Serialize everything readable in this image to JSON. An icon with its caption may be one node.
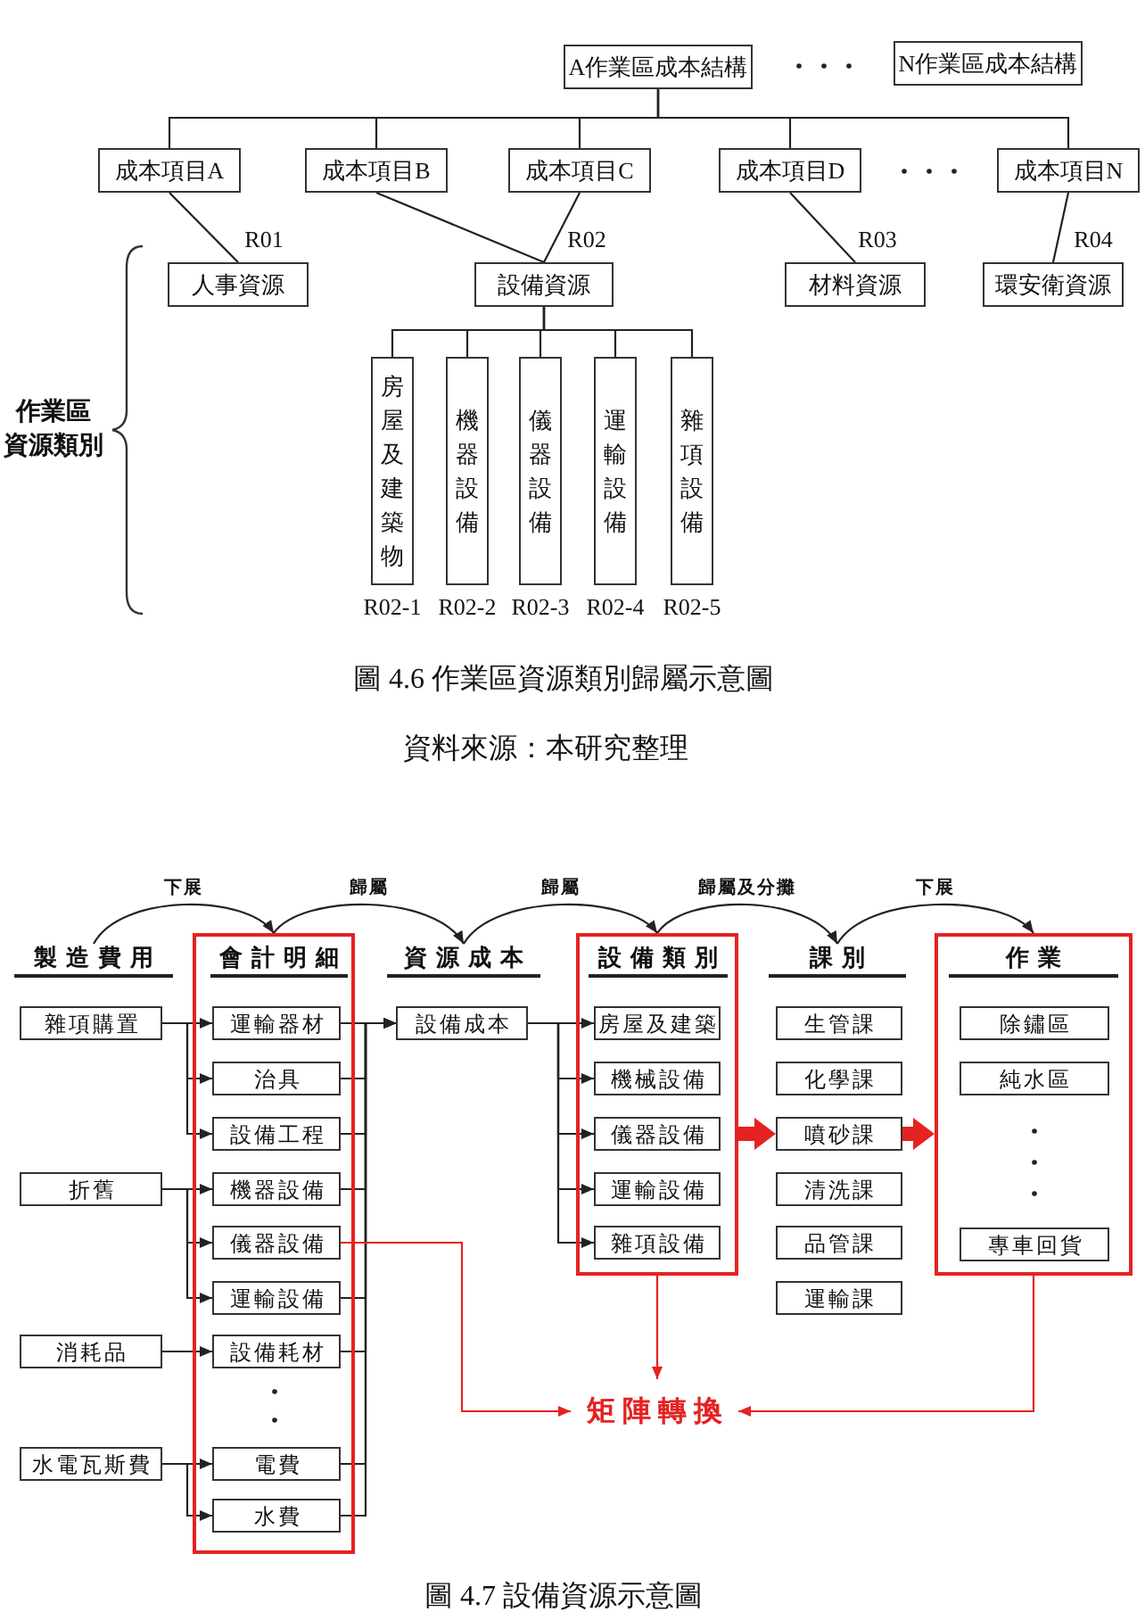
{
  "diagram": {
    "nodes": [
      {
        "text": [
          "A作業區成本結構"
        ]
      },
      {
        "text": [
          "N作業區成本結構"
        ]
      },
      {
        "text": [
          "成本項目A"
        ]
      },
      {
        "text": [
          "成本項目B"
        ]
      },
      {
        "text": [
          "成本項目C"
        ]
      },
      {
        "text": [
          "成本項目D"
        ]
      },
      {
        "text": [
          "成本項目N"
        ]
      },
      {
        "text": [
          "人事資源"
        ],
        "beside": [
          "R01"
        ]
      },
      {
        "text": [
          "設備資源"
        ],
        "beside": [
          "R02"
        ]
      },
      {
        "text": [
          "材料資源"
        ],
        "beside": [
          "R03"
        ]
      },
      {
        "text": [
          "環安衛資源"
        ],
        "beside": [
          "R04"
        ]
      },
      {
        "text": [
          "房屋及建築物"
        ],
        "beside": [
          "R02-1"
        ]
      },
      {
        "text": [
          "機器設備"
        ],
        "beside": [
          "R02-2"
        ]
      },
      {
        "text": [
          "儀器設備"
        ],
        "beside": [
          "R02-3"
        ]
      },
      {
        "text": [
          "運輸設備"
        ],
        "beside": [
          "R02-4"
        ]
      },
      {
        "text": [
          "雜項設備"
        ],
        "beside": [
          "R02-5"
        ]
      },
      {
        "text": [
          "製造費用"
        ]
      },
      {
        "text": [
          "雜項購置"
        ]
      },
      {
        "text": [
          "折舊"
        ]
      },
      {
        "text": [
          "消耗品"
        ]
      },
      {
        "text": [
          "水電瓦斯費"
        ]
      },
      {
        "text": [
          "會計明細"
        ]
      },
      {
        "text": [
          "運輸器材"
        ],
        "in": 21
      },
      {
        "text": [
          "治具"
        ],
        "in": 21
      },
      {
        "text": [
          "設備工程"
        ],
        "in": 21
      },
      {
        "text": [
          "機器設備"
        ],
        "in": 21
      },
      {
        "text": [
          "儀器設備"
        ],
        "in": 21
      },
      {
        "text": [
          "運輸設備"
        ],
        "in": 21
      },
      {
        "text": [
          "設備耗材"
        ],
        "in": 21
      },
      {
        "text": [
          "電費"
        ],
        "in": 21
      },
      {
        "text": [
          "水費"
        ],
        "in": 21
      },
      {
        "text": [
          "資源成本"
        ]
      },
      {
        "text": [
          "設備成本"
        ]
      },
      {
        "text": [
          "設備類別"
        ]
      },
      {
        "text": [
          "房屋及建築"
        ],
        "in": 33
      },
      {
        "text": [
          "機械設備"
        ],
        "in": 33
      },
      {
        "text": [
          "儀器設備"
        ],
        "in": 33
      },
      {
        "text": [
          "運輸設備"
        ],
        "in": 33
      },
      {
        "text": [
          "雜項設備"
        ],
        "in": 33
      },
      {
        "text": [
          "課別"
        ]
      },
      {
        "text": [
          "生管課"
        ]
      },
      {
        "text": [
          "化學課"
        ]
      },
      {
        "text": [
          "噴砂課"
        ]
      },
      {
        "text": [
          "清洗課"
        ]
      },
      {
        "text": [
          "品管課"
        ]
      },
      {
        "text": [
          "運輸課"
        ]
      },
      {
        "text": [
          "作業"
        ]
      },
      {
        "text": [
          "除鏽區"
        ],
        "in": 46
      },
      {
        "text": [
          "純水區"
        ],
        "in": 46
      },
      {
        "text": [
          "專車回貨"
        ],
        "in": 46
      },
      {
        "text": [
          "矩陣轉換"
        ]
      }
    ],
    "edges": [
      {
        "from": 0,
        "to": 2,
        "arrow": "none"
      },
      {
        "from": 0,
        "to": 3,
        "arrow": "none"
      },
      {
        "from": 0,
        "to": 4,
        "arrow": "none"
      },
      {
        "from": 0,
        "to": 5,
        "arrow": "none"
      },
      {
        "from": 0,
        "to": 6,
        "arrow": "none"
      },
      {
        "from": 2,
        "to": 7,
        "arrow": "none"
      },
      {
        "from": 3,
        "to": 8,
        "arrow": "none"
      },
      {
        "from": 4,
        "to": 8,
        "arrow": "none"
      },
      {
        "from": 5,
        "to": 9,
        "arrow": "none"
      },
      {
        "from": 6,
        "to": 10,
        "arrow": "none"
      },
      {
        "from": 8,
        "to": 11,
        "arrow": "none"
      },
      {
        "from": 8,
        "to": 12,
        "arrow": "none"
      },
      {
        "from": 8,
        "to": 13,
        "arrow": "none"
      },
      {
        "from": 8,
        "to": 14,
        "arrow": "none"
      },
      {
        "from": 8,
        "to": 15,
        "arrow": "none"
      },
      {
        "from": 16,
        "to": 21,
        "arrow": "to",
        "label": "下展"
      },
      {
        "from": 21,
        "to": 31,
        "arrow": "to",
        "label": "歸屬"
      },
      {
        "from": 31,
        "to": 33,
        "arrow": "to",
        "label": "歸屬"
      },
      {
        "from": 33,
        "to": 39,
        "arrow": "to",
        "label": "歸屬及分攤"
      },
      {
        "from": 39,
        "to": 46,
        "arrow": "to",
        "label": "下展"
      },
      {
        "from": 17,
        "to": 22,
        "arrow": "to"
      },
      {
        "from": 17,
        "to": 23,
        "arrow": "to"
      },
      {
        "from": 17,
        "to": 24,
        "arrow": "to"
      },
      {
        "from": 18,
        "to": 25,
        "arrow": "to"
      },
      {
        "from": 18,
        "to": 26,
        "arrow": "to"
      },
      {
        "from": 18,
        "to": 27,
        "arrow": "to"
      },
      {
        "from": 19,
        "to": 28,
        "arrow": "to"
      },
      {
        "from": 20,
        "to": 29,
        "arrow": "to"
      },
      {
        "from": 20,
        "to": 30,
        "arrow": "to"
      },
      {
        "from": 22,
        "to": 32,
        "arrow": "to"
      },
      {
        "from": 23,
        "to": 32,
        "arrow": "to"
      },
      {
        "from": 24,
        "to": 32,
        "arrow": "to"
      },
      {
        "from": 25,
        "to": 32,
        "arrow": "to"
      },
      {
        "from": 26,
        "to": 32,
        "arrow": "to"
      },
      {
        "from": 27,
        "to": 32,
        "arrow": "to"
      },
      {
        "from": 28,
        "to": 32,
        "arrow": "to"
      },
      {
        "from": 29,
        "to": 32,
        "arrow": "to"
      },
      {
        "from": 30,
        "to": 32,
        "arrow": "to"
      },
      {
        "from": 32,
        "to": 34,
        "arrow": "to"
      },
      {
        "from": 32,
        "to": 35,
        "arrow": "to"
      },
      {
        "from": 32,
        "to": 36,
        "arrow": "to"
      },
      {
        "from": 32,
        "to": 37,
        "arrow": "to"
      },
      {
        "from": 32,
        "to": 38,
        "arrow": "to"
      },
      {
        "from": 26,
        "to": 50,
        "arrow": "to",
        "color": "#e52222"
      },
      {
        "from": 33,
        "to": 50,
        "arrow": "to",
        "color": "#e52222"
      },
      {
        "from": 46,
        "to": 50,
        "arrow": "to",
        "color": "#e52222"
      },
      {
        "from": 33,
        "to": 42,
        "arrow": "to",
        "style": "thick",
        "color": "#e52222"
      },
      {
        "from": 42,
        "to": 46,
        "arrow": "to",
        "style": "thick",
        "color": "#e52222"
      }
    ],
    "labels": [
      "作業區資源類別",
      "圖 4.6 作業區資源類別歸屬示意圖",
      "資料來源：本研究整理",
      "圖 4.7 設備資源示意圖"
    ]
  }
}
